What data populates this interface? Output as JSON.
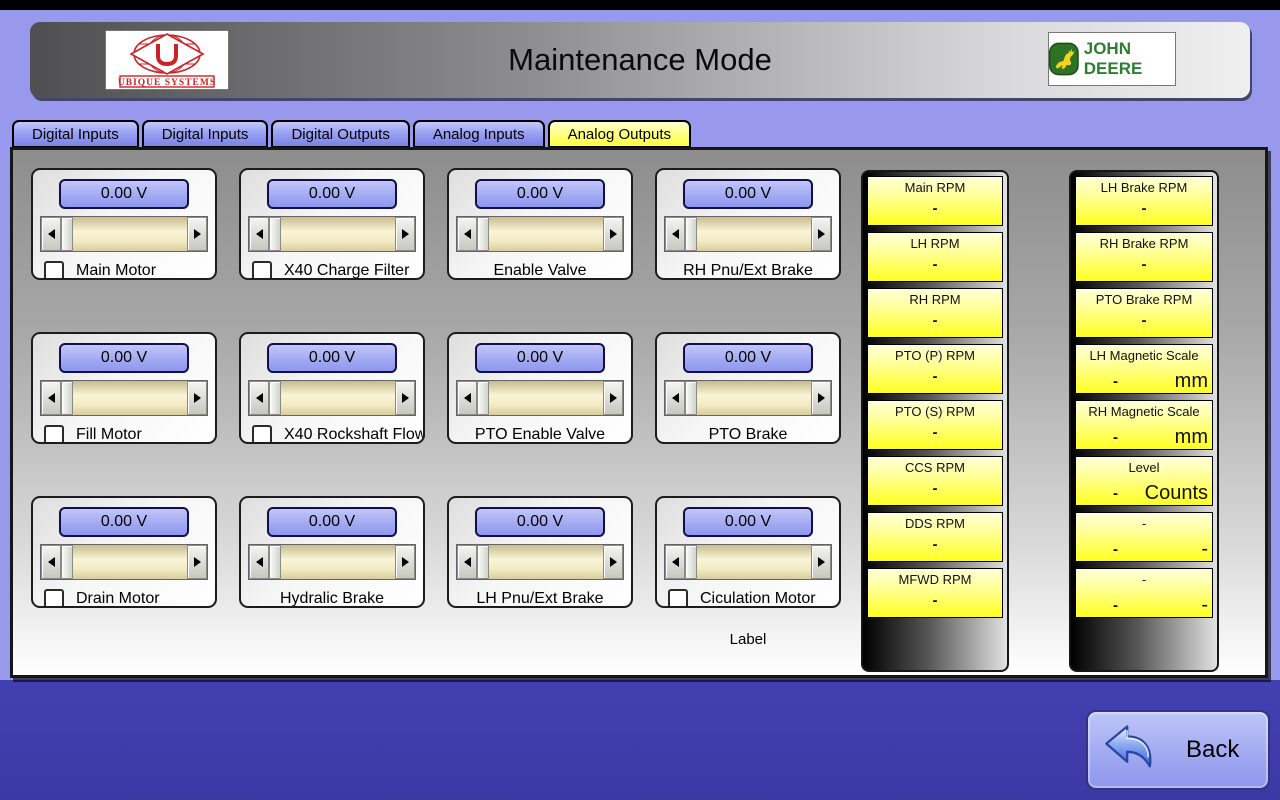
{
  "header": {
    "title": "Maintenance Mode",
    "ubique_logo_text": "UBIQUE SYSTEMS",
    "john_deere_text": "JOHN DEERE"
  },
  "tabs": [
    {
      "label": "Digital Inputs",
      "active": false
    },
    {
      "label": "Digital Inputs",
      "active": false
    },
    {
      "label": "Digital Outputs",
      "active": false
    },
    {
      "label": "Analog Inputs",
      "active": false
    },
    {
      "label": "Analog Outputs",
      "active": true
    }
  ],
  "controls": {
    "stray_label": "Label",
    "cells": [
      {
        "label": "Main Motor",
        "value": "0.00 V",
        "checkbox": true
      },
      {
        "label": "X40 Charge Filter",
        "value": "0.00 V",
        "checkbox": true
      },
      {
        "label": "Enable Valve",
        "value": "0.00 V",
        "checkbox": false
      },
      {
        "label": "RH Pnu/Ext Brake",
        "value": "0.00 V",
        "checkbox": false
      },
      {
        "label": "Fill Motor",
        "value": "0.00 V",
        "checkbox": true
      },
      {
        "label": "X40 Rockshaft Flow",
        "value": "0.00 V",
        "checkbox": true
      },
      {
        "label": "PTO Enable Valve",
        "value": "0.00 V",
        "checkbox": false
      },
      {
        "label": "PTO Brake",
        "value": "0.00 V",
        "checkbox": false
      },
      {
        "label": "Drain Motor",
        "value": "0.00 V",
        "checkbox": true
      },
      {
        "label": "Hydralic Brake",
        "value": "0.00 V",
        "checkbox": false
      },
      {
        "label": "LH Pnu/Ext Brake",
        "value": "0.00 V",
        "checkbox": false
      },
      {
        "label": "Ciculation Motor",
        "value": "0.00 V",
        "checkbox": true
      }
    ]
  },
  "readouts": {
    "column1": [
      {
        "title": "Main RPM",
        "value": "-",
        "unit": ""
      },
      {
        "title": "LH RPM",
        "value": "-",
        "unit": ""
      },
      {
        "title": "RH RPM",
        "value": "-",
        "unit": ""
      },
      {
        "title": "PTO (P) RPM",
        "value": "-",
        "unit": ""
      },
      {
        "title": "PTO (S) RPM",
        "value": "-",
        "unit": ""
      },
      {
        "title": "CCS RPM",
        "value": "-",
        "unit": ""
      },
      {
        "title": "DDS RPM",
        "value": "-",
        "unit": ""
      },
      {
        "title": "MFWD RPM",
        "value": "-",
        "unit": ""
      }
    ],
    "column2": [
      {
        "title": "LH Brake RPM",
        "value": "-",
        "unit": ""
      },
      {
        "title": "RH Brake RPM",
        "value": "-",
        "unit": ""
      },
      {
        "title": "PTO Brake RPM",
        "value": "-",
        "unit": ""
      },
      {
        "title": "LH Magnetic Scale",
        "value": "-",
        "unit": "mm"
      },
      {
        "title": "RH Magnetic Scale",
        "value": "-",
        "unit": "mm"
      },
      {
        "title": "Level",
        "value": "-",
        "unit": "Counts"
      },
      {
        "title": "-",
        "value": "-",
        "unit": "-"
      },
      {
        "title": "-",
        "value": "-",
        "unit": "-"
      }
    ]
  },
  "footer": {
    "back_label": "Back"
  },
  "colors": {
    "background_top": "#9899ec",
    "background_bottom": "#3d3cab",
    "active_tab_yellow": "#ffff3e",
    "readout_yellow": "#ffff22",
    "control_blue": "#9aa2f2",
    "john_deere_green": "#367c2b",
    "john_deere_yellow": "#f5d120",
    "ubique_red": "#cc2127"
  }
}
